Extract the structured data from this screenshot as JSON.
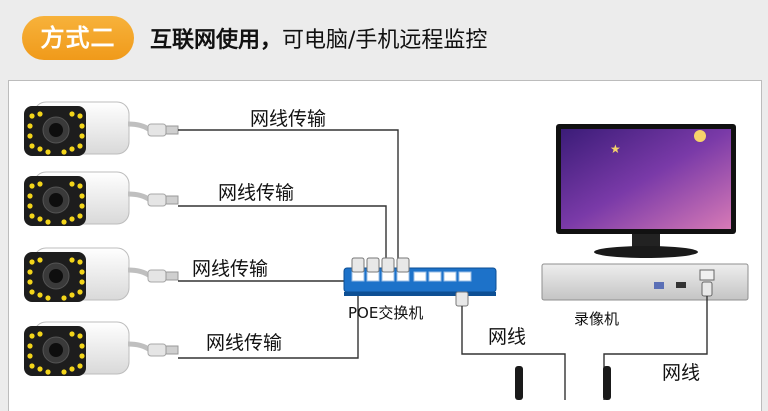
{
  "header": {
    "badge": "方式二",
    "title_bold": "互联网使用，",
    "title_rest": "可电脑/手机远程监控"
  },
  "diagram": {
    "camera_links": [
      "网线传输",
      "网线传输",
      "网线传输",
      "网线传输"
    ],
    "poe_switch": "POE交换机",
    "switch_link": "网线",
    "nvr": "录像机",
    "nvr_link": "网线"
  },
  "colors": {
    "badge_orange": "#f39c1b",
    "switch_blue": "#1d72c9",
    "camera_led": "#f3d51a"
  }
}
